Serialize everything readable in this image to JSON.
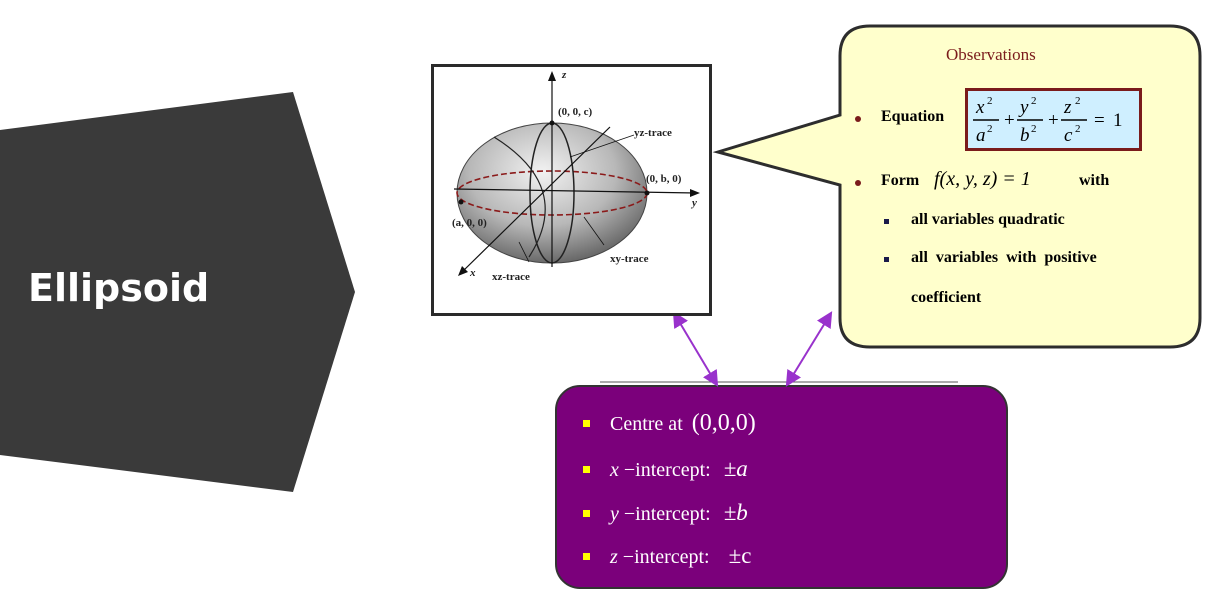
{
  "title": "Ellipsoid",
  "figure": {
    "axis_labels": {
      "x": "x",
      "y": "y",
      "z": "z"
    },
    "points": {
      "top": "(0, 0, c)",
      "right": "(0, b, 0)",
      "left": "(a, 0, 0)"
    },
    "traces": {
      "yz": "yz-trace",
      "xy": "xy-trace",
      "xz": "xz-trace"
    }
  },
  "observations": {
    "heading": "Observations",
    "equation_label": "Equation",
    "form_label": "Form",
    "form_expr": "f(x, y, z) = 1",
    "form_suffix": "with",
    "sub_items": [
      "all variables quadratic",
      "all variables with positive",
      "coefficient"
    ]
  },
  "properties": {
    "centre_label": "Centre at",
    "centre_value": "(0,0,0)",
    "x_var": "x",
    "y_var": "y",
    "z_var": "z",
    "intercept_label": "−intercept:",
    "x_value": "±a",
    "y_value": "±b",
    "z_value": "±c"
  },
  "colors": {
    "dark_arrow": "#3a3a3a",
    "callout_fill": "#ffffcc",
    "callout_border": "#2d2d2d",
    "purple_box": "#7b007b",
    "connector": "#9932cc",
    "equation_bg": "#cfefff"
  }
}
